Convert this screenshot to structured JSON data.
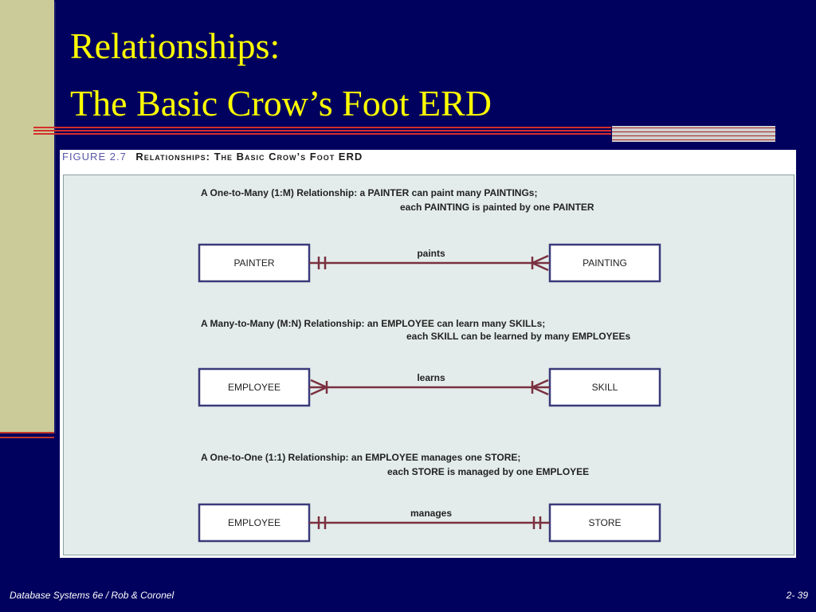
{
  "slide": {
    "title_line1": "Relationships:",
    "title_line2": "The Basic Crow’s Foot ERD"
  },
  "figure": {
    "number": "FIGURE 2.7",
    "title": "Relationships: The Basic Crow’s Foot ERD"
  },
  "relationships": [
    {
      "caption_line1": "A One-to-Many (1:M) Relationship: a PAINTER can paint many PAINTINGs;",
      "caption_line2": "each PAINTING is painted by one PAINTER",
      "left_entity": "PAINTER",
      "right_entity": "PAINTING",
      "verb": "paints",
      "left_cardinality": "one",
      "right_cardinality": "many"
    },
    {
      "caption_line1": "A Many-to-Many (M:N) Relationship: an EMPLOYEE can learn many SKILLs;",
      "caption_line2": "each SKILL can be learned by many EMPLOYEEs",
      "left_entity": "EMPLOYEE",
      "right_entity": "SKILL",
      "verb": "learns",
      "left_cardinality": "many",
      "right_cardinality": "many"
    },
    {
      "caption_line1": "A One-to-One (1:1) Relationship: an EMPLOYEE manages one STORE;",
      "caption_line2": "each STORE is managed by one EMPLOYEE",
      "left_entity": "EMPLOYEE",
      "right_entity": "STORE",
      "verb": "manages",
      "left_cardinality": "one",
      "right_cardinality": "one"
    }
  ],
  "footer": {
    "left": "Database Systems 6e / Rob & Coronel",
    "right": "2- 39"
  },
  "colors": {
    "background": "#00005e",
    "title": "#ffff00",
    "entity_border": "#3a3a7a",
    "relationship_line": "#7a3040"
  }
}
